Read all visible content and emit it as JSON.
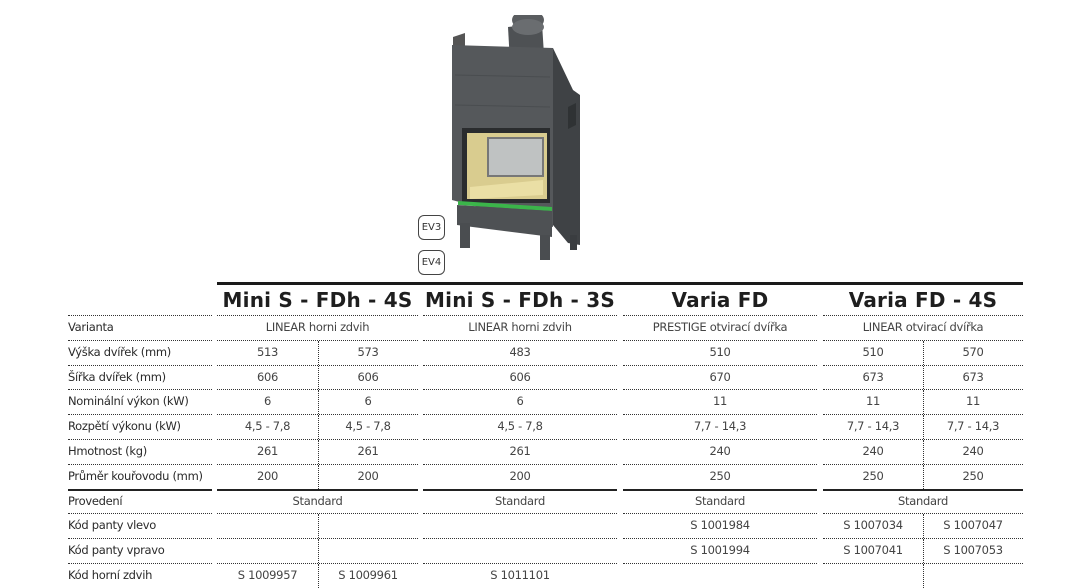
{
  "product_image": {
    "alt": "stove-illustration",
    "badges": [
      "EV3",
      "EV4"
    ]
  },
  "colors": {
    "stove_body": "#4a4d50",
    "stove_trim": "#3bb54a",
    "firebox": "#d9cc8f"
  },
  "table": {
    "headers": [
      "Mini S - FDh - 4S",
      "Mini S - FDh - 3S",
      "Varia FD",
      "Varia FD - 4S"
    ],
    "rows": [
      {
        "label": "Varianta",
        "g1": "LINEAR horni zdvih",
        "g2": "LINEAR horni zdvih",
        "g3": "PRESTIGE otvirací dvířka",
        "g4": "LINEAR otvirací dvířka"
      },
      {
        "label": "Výška dvířek (mm)",
        "g1": [
          "513",
          "573"
        ],
        "g2": "483",
        "g3": "510",
        "g4": [
          "510",
          "570"
        ]
      },
      {
        "label": "Šířka dvířek (mm)",
        "g1": [
          "606",
          "606"
        ],
        "g2": "606",
        "g3": "670",
        "g4": [
          "673",
          "673"
        ]
      },
      {
        "label": "Nominální výkon (kW)",
        "g1": [
          "6",
          "6"
        ],
        "g2": "6",
        "g3": "11",
        "g4": [
          "11",
          "11"
        ]
      },
      {
        "label": "Rozpětí výkonu (kW)",
        "g1": [
          "4,5 - 7,8",
          "4,5 - 7,8"
        ],
        "g2": "4,5 - 7,8",
        "g3": "7,7 - 14,3",
        "g4": [
          "7,7 - 14,3",
          "7,7 - 14,3"
        ]
      },
      {
        "label": "Hmotnost (kg)",
        "g1": [
          "261",
          "261"
        ],
        "g2": "261",
        "g3": "240",
        "g4": [
          "240",
          "240"
        ]
      },
      {
        "label": "Průměr kouřovodu (mm)",
        "g1": [
          "200",
          "200"
        ],
        "g2": "200",
        "g3": "250",
        "g4": [
          "250",
          "250"
        ]
      },
      {
        "label": "Provedení",
        "g1": "Standard",
        "g2": "Standard",
        "g3": "Standard",
        "g4": "Standard"
      },
      {
        "label": "Kód panty vlevo",
        "g1": [
          "",
          ""
        ],
        "g2": "",
        "g3": "S  1001984",
        "g4": [
          "S  1007034",
          "S  1007047"
        ]
      },
      {
        "label": "Kód panty vpravo",
        "g1": [
          "",
          ""
        ],
        "g2": "",
        "g3": "S 1001994",
        "g4": [
          "S 1007041",
          "S  1007053"
        ]
      },
      {
        "label": "Kód horní zdvih",
        "g1": [
          "S  1009957",
          "S  1009961"
        ],
        "g2": "S  1011101",
        "g3": "",
        "g4": [
          "",
          ""
        ]
      }
    ]
  }
}
